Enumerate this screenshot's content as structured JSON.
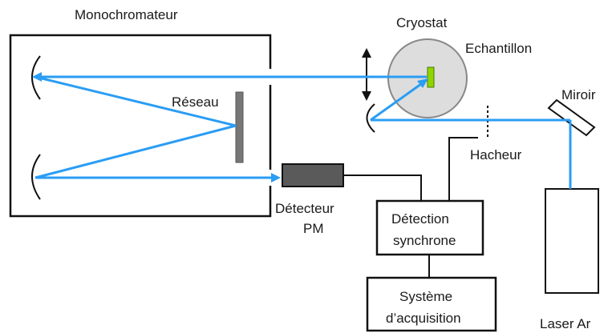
{
  "labels": {
    "monochromateur": "Monochromateur",
    "cryostat": "Cryostat",
    "echantillon": "Echantillon",
    "reseau": "Réseau",
    "miroir": "Miroir",
    "hacheur": "Hacheur",
    "detecteur_line1": "Détecteur",
    "detecteur_line2": "PM",
    "detection_line1": "Détection",
    "detection_line2": "synchrone",
    "acquisition_line1": "Système",
    "acquisition_line2": "d’acquisition",
    "laser": "Laser Ar"
  },
  "colors": {
    "beam": "#2a9df4",
    "sample": "#8fd400",
    "outline": "#111111",
    "grating": "#777777",
    "cryostat_fill": "#dddddd",
    "detector_fill": "#5a5a5a"
  }
}
